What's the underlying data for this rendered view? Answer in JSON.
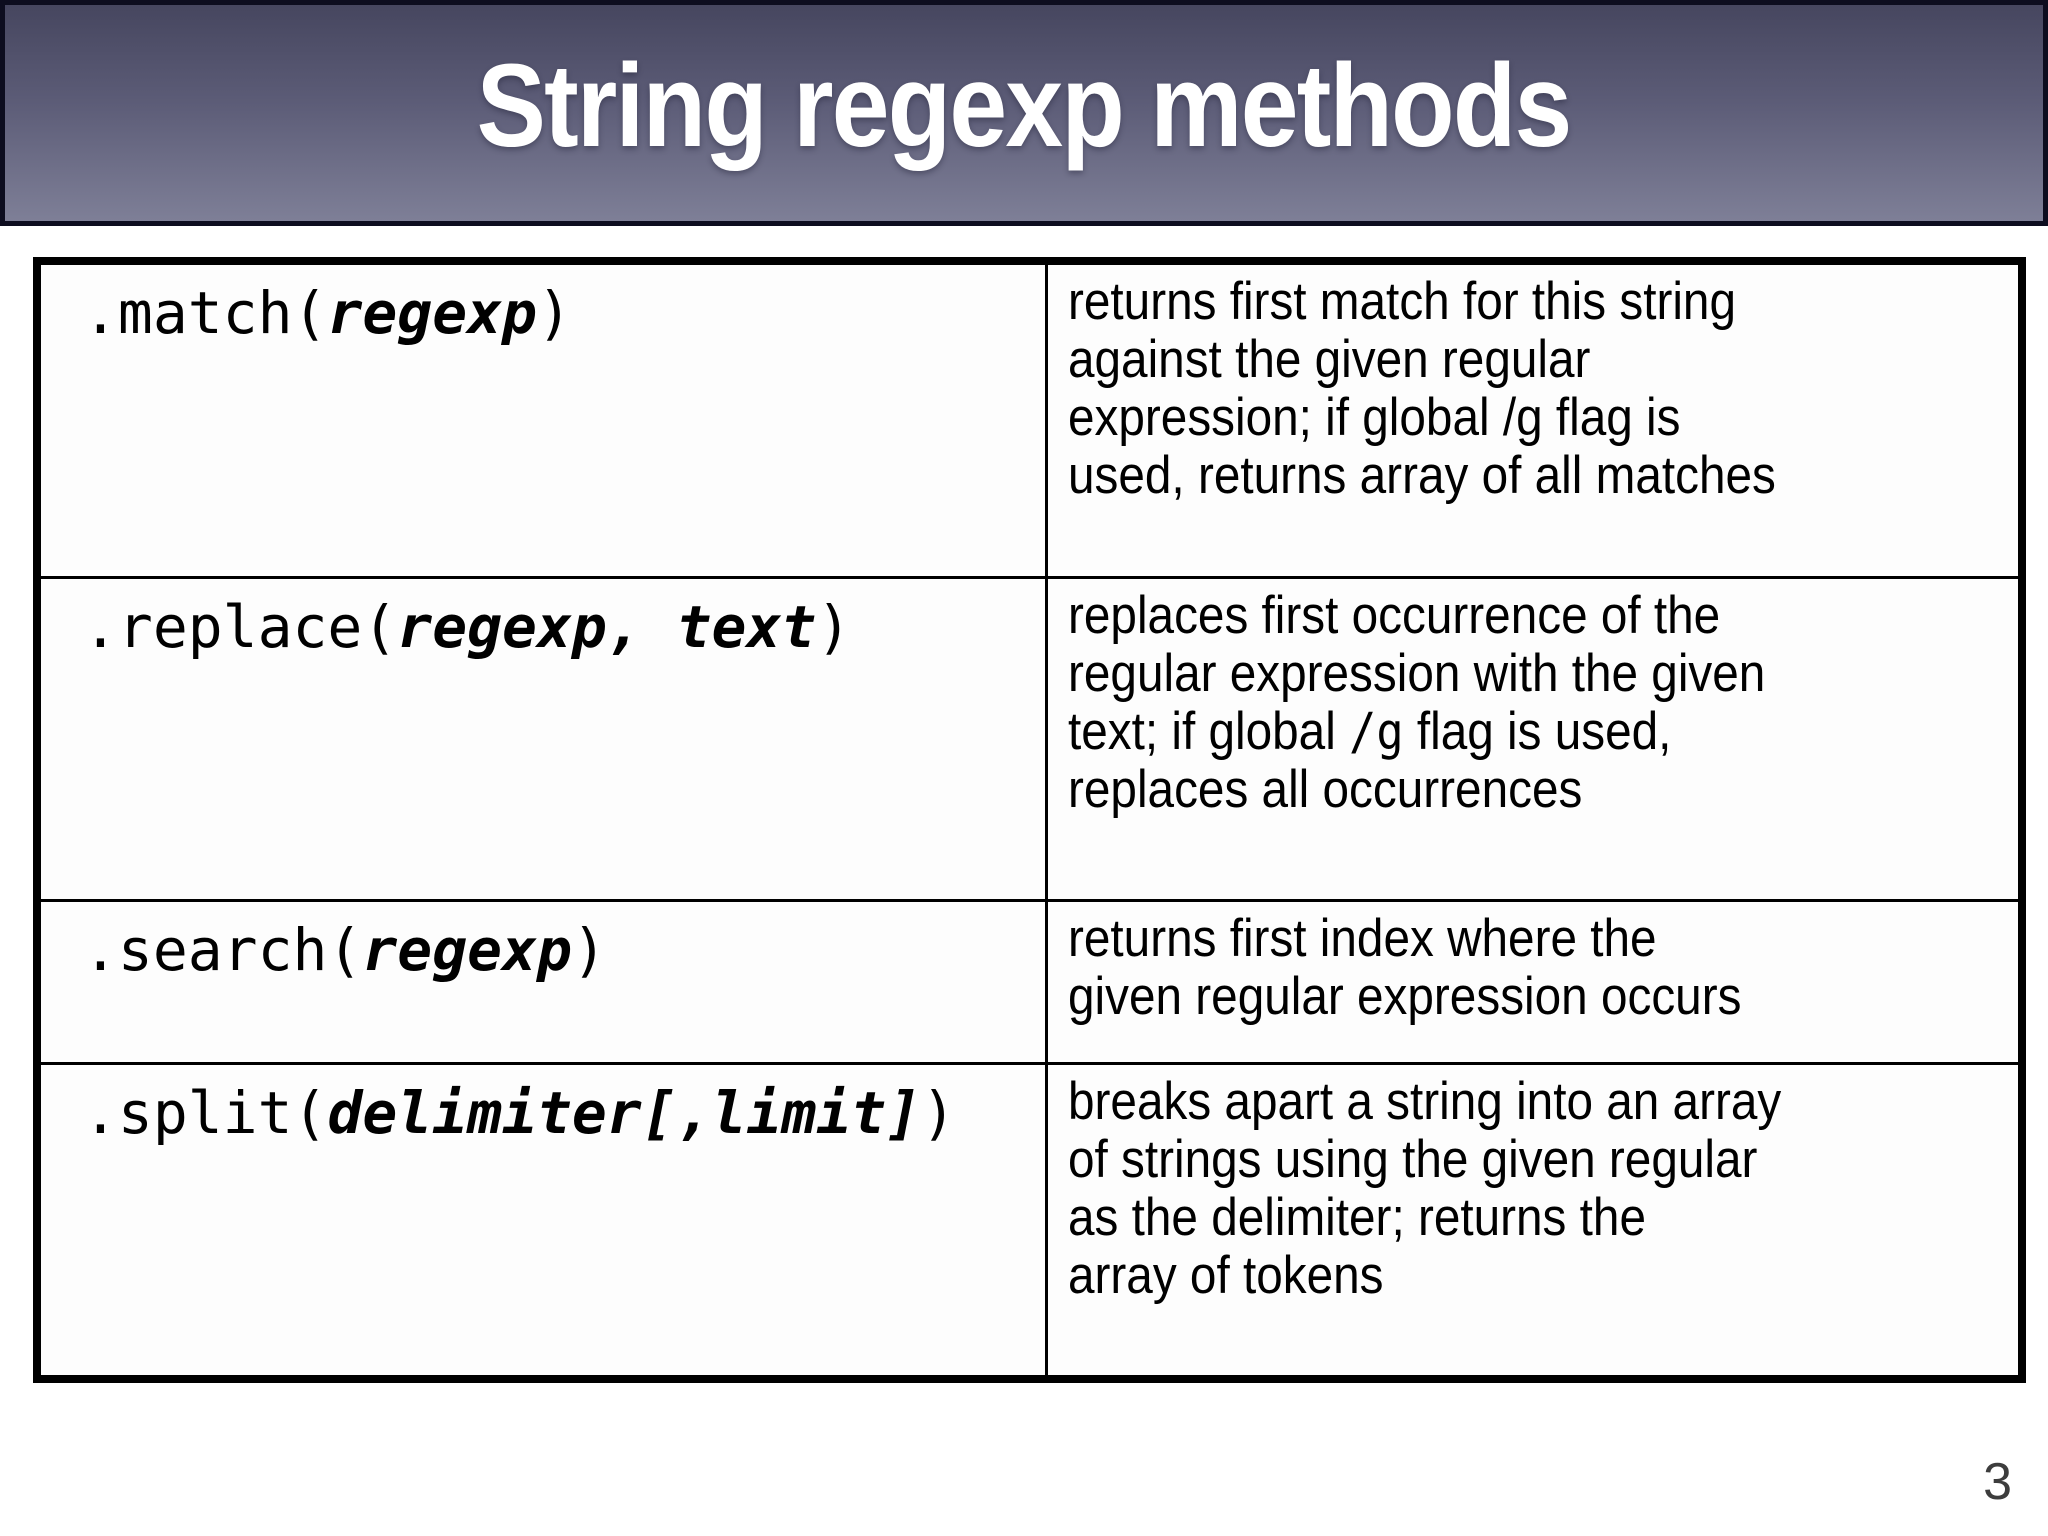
{
  "slide": {
    "title": "String regexp methods",
    "page_number": "3"
  },
  "colors": {
    "header_gradient_top": "#46465f",
    "header_gradient_bottom": "#7e7f97",
    "header_border": "#0d0d1f",
    "table_border": "#000000",
    "title_color": "#ffffff",
    "page_number_color": "#3d3d3d",
    "cell_background": "#fdfdfd"
  },
  "table": {
    "rows": [
      {
        "method": [
          {
            "style": "code",
            "text": ".match("
          },
          {
            "style": "arg",
            "text": "regexp"
          },
          {
            "style": "code",
            "text": ")"
          }
        ],
        "description": [
          {
            "style": "text",
            "text": "returns first match for this string\nagainst the given regular\nexpression; if global /g flag is\nused, returns array of all matches"
          }
        ]
      },
      {
        "method": [
          {
            "style": "code",
            "text": ".replace("
          },
          {
            "style": "arg",
            "text": "regexp, text"
          },
          {
            "style": "code",
            "text": ")"
          }
        ],
        "description": [
          {
            "style": "text",
            "text": "replaces first occurrence of the\nregular expression with the given\ntext; if global "
          },
          {
            "style": "mono",
            "text": "/g"
          },
          {
            "style": "text",
            "text": " flag is used,\nreplaces all occurrences"
          }
        ]
      },
      {
        "method": [
          {
            "style": "code",
            "text": ".search("
          },
          {
            "style": "arg",
            "text": "regexp"
          },
          {
            "style": "code",
            "text": ")"
          }
        ],
        "description": [
          {
            "style": "text",
            "text": "returns first index where the\ngiven regular expression occurs"
          }
        ]
      },
      {
        "method": [
          {
            "style": "code",
            "text": ".split("
          },
          {
            "style": "arg",
            "text": "delimiter[,limit]"
          },
          {
            "style": "code",
            "text": ")"
          }
        ],
        "description": [
          {
            "style": "text",
            "text": "breaks apart a string into an array\nof strings using the given regular\nas the delimiter; returns the\narray of tokens"
          }
        ]
      }
    ]
  }
}
